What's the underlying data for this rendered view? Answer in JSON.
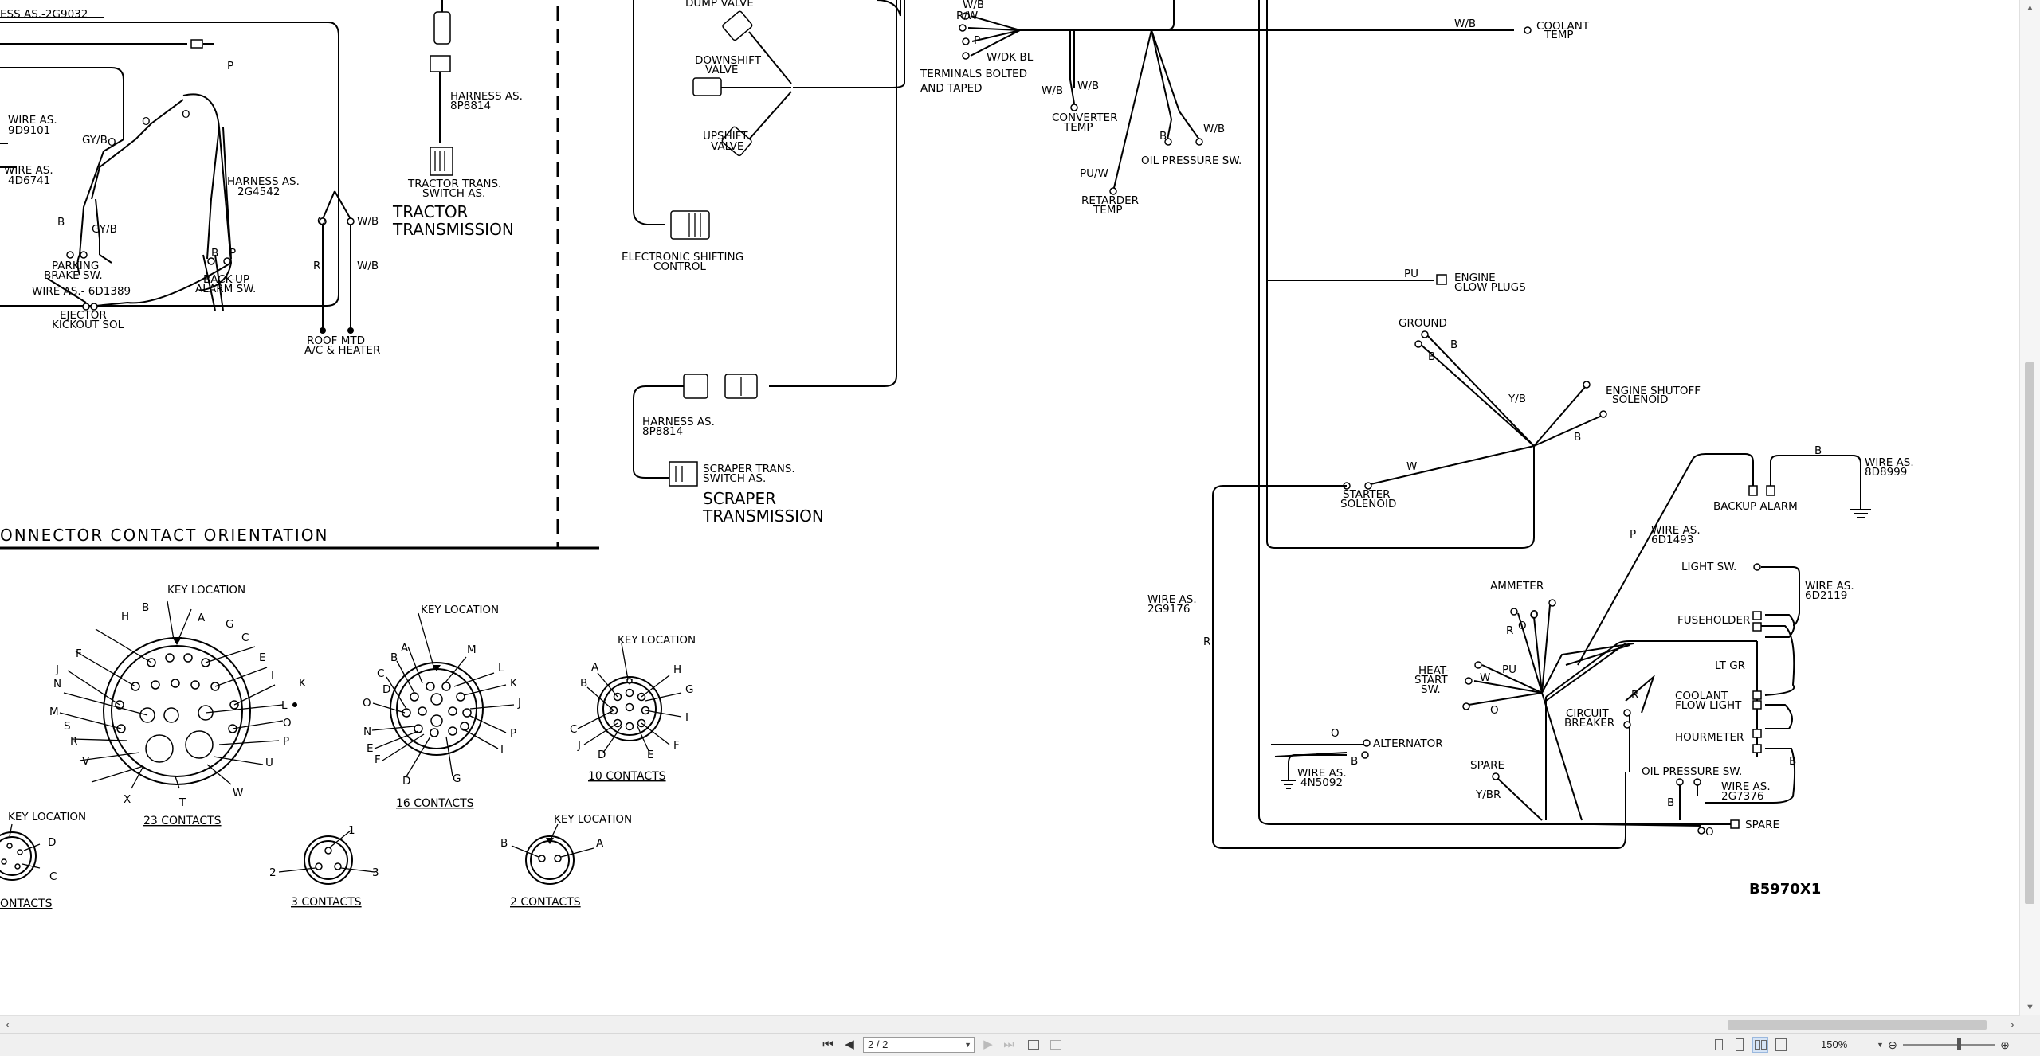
{
  "diagram": {
    "top_left_partial_label": "ESS AS.-2G9032",
    "connector_contact_orientation": "ONNECTOR CONTACT ORIENTATION",
    "tractor": {
      "title": "TRACTOR",
      "title2": "TRANSMISSION",
      "switch_l1": "TRACTOR TRANS.",
      "switch_l2": "SWITCH AS.",
      "harness_l1": "HARNESS AS.",
      "harness_l2": "8P8814"
    },
    "left": {
      "wire_9d9101_l1": "WIRE AS.",
      "wire_9d9101_l2": "9D9101",
      "wire_4d6741_l1": "WIRE AS.",
      "wire_4d6741_l2": "4D6741",
      "harness_2g4542_l1": "HARNESS AS.",
      "harness_2g4542_l2": "2G4542",
      "parking_l1": "PARKING",
      "parking_l2": "BRAKE SW.",
      "backup_l1": "BACK-UP",
      "backup_l2": "ALARM SW.",
      "wire_6d1389": "WIRE AS.- 6D1389",
      "ejector_l1": "EJECTOR",
      "ejector_l2": "KICKOUT SOL",
      "roof_l1": "ROOF MTD",
      "roof_l2": "A/C & HEATER"
    },
    "scraper": {
      "dump_valve": "DUMP VALVE",
      "downshift_l1": "DOWNSHIFT",
      "downshift_l2": "VALVE",
      "upshift_l1": "UPSHIFT",
      "upshift_l2": "VALVE",
      "esc_l1": "ELECTRONIC SHIFTING",
      "esc_l2": "CONTROL",
      "harness_l1": "HARNESS AS.",
      "harness_l2": "8P8814",
      "switch_l1": "SCRAPER TRANS.",
      "switch_l2": "SWITCH AS.",
      "title": "SCRAPER",
      "title2": "TRANSMISSION"
    },
    "right": {
      "terminals_l1": "TERMINALS BOLTED",
      "terminals_l2": "AND TAPED",
      "w_dk_bl": "W/DK BL",
      "converter_l1": "CONVERTER",
      "converter_l2": "TEMP",
      "oil_pressure_top": "OIL PRESSURE SW.",
      "retarder_l1": "RETARDER",
      "retarder_l2": "TEMP",
      "coolant_l1": "COOLANT",
      "coolant_l2": "TEMP",
      "glow_l1": "ENGINE",
      "glow_l2": "GLOW PLUGS",
      "ground": "GROUND",
      "shutoff_l1": "ENGINE SHUTOFF",
      "shutoff_l2": "SOLENOID",
      "starter_l1": "STARTER",
      "starter_l2": "SOLENOID",
      "backup_alarm": "BACKUP ALARM",
      "wire_8d8999_l1": "WIRE AS.",
      "wire_8d8999_l2": "8D8999",
      "wire_6d1493_l1": "WIRE AS.",
      "wire_6d1493_l2": "6D1493",
      "light_sw": "LIGHT SW.",
      "wire_6d2119_l1": "WIRE AS.",
      "wire_6d2119_l2": "6D2119",
      "fuseholder": "FUSEHOLDER",
      "lt_gr": "LT GR",
      "coolant_flow_l1": "COOLANT",
      "coolant_flow_l2": "FLOW LIGHT",
      "hourmeter": "HOURMETER",
      "ammeter": "AMMETER",
      "heat_start_l1": "HEAT-",
      "heat_start_l2": "START",
      "heat_start_l3": "SW.",
      "circuit_breaker_l1": "CIRCUIT",
      "circuit_breaker_l2": "BREAKER",
      "wire_2g9176_l1": "WIRE AS.",
      "wire_2g9176_l2": "2G9176",
      "alternator": "ALTERNATOR",
      "wire_4n5092_l1": "WIRE AS.",
      "wire_4n5092_l2": "4N5092",
      "spare_top": "SPARE",
      "y_br": "Y/BR",
      "oil_pressure_bottom": "OIL PRESSURE SW.",
      "wire_2g7376_l1": "WIRE AS.",
      "wire_2g7376_l2": "2G7376",
      "spare_bottom": "SPARE"
    },
    "connectors": {
      "key_location": "KEY LOCATION",
      "c23": "23 CONTACTS",
      "c16": "16 CONTACTS",
      "c10": "10 CONTACTS",
      "c5": "ONTACTS",
      "c3": "3 CONTACTS",
      "c2": "2 CONTACTS"
    },
    "drawing_number": "B5970X1"
  },
  "viewer": {
    "page_indicator": "2 / 2",
    "zoom": "150%"
  }
}
